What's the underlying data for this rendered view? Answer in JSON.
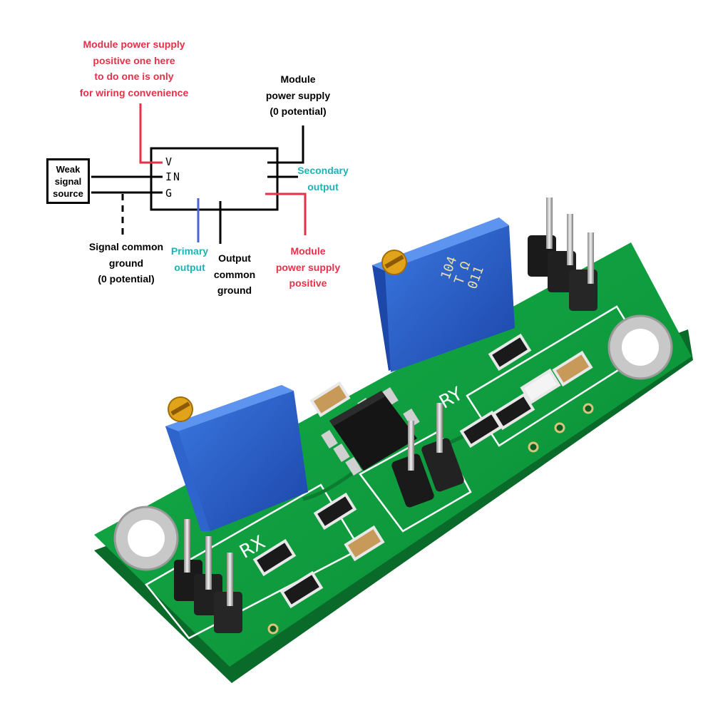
{
  "colors": {
    "note_red": "#e8304a",
    "note_cyan": "#1bb3b5",
    "pcb_green": "#0f9a3c",
    "pot_blue": "#2a5fc6",
    "primary_wire": "#4a63d9"
  },
  "diagram": {
    "source_box": [
      "Weak",
      "signal",
      "source"
    ],
    "pins": {
      "v": "V",
      "in": "IN",
      "g": "G"
    },
    "notes": {
      "top_red": [
        "Module power supply",
        "positive one here",
        "to do one is only",
        "for wiring convenience"
      ],
      "top_black": [
        "Module",
        "power supply",
        "(0 potential)"
      ],
      "secondary": [
        "Secondary",
        "output"
      ],
      "signal_ground": [
        "Signal common",
        "ground",
        "(0 potential)"
      ],
      "primary": [
        "Primary",
        "output"
      ],
      "output_ground": [
        "Output",
        "common",
        "ground"
      ],
      "power_positive": [
        "Module",
        "power supply",
        "positive"
      ]
    }
  },
  "board": {
    "silk_rx": "RX",
    "silk_ry": "RY",
    "pot_marking": [
      "104",
      "T Ω",
      "011"
    ]
  }
}
